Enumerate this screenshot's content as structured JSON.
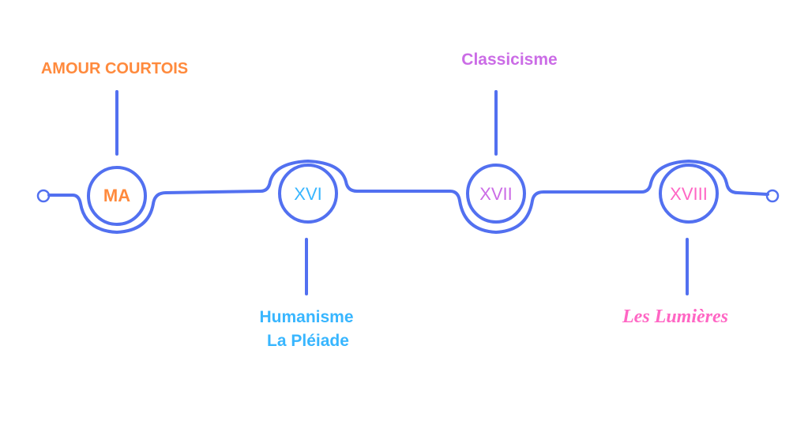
{
  "colors": {
    "line": "#5270f0",
    "orange": "#ff8a3d",
    "cyan": "#38b6ff",
    "purple": "#cb6ce6",
    "pink": "#ff66c4"
  },
  "nodes": [
    {
      "label": "MA",
      "color": "#ff8a3d"
    },
    {
      "label": "XVI",
      "color": "#38b6ff"
    },
    {
      "label": "XVII",
      "color": "#cb6ce6"
    },
    {
      "label": "XVIII",
      "color": "#ff66c4"
    }
  ],
  "labels": {
    "amour_courtois": "AMOUR COURTOIS",
    "classicisme": "Classicisme",
    "humanisme": "Humanisme",
    "pleiade": "La Pléiade",
    "lumieres": "Les Lumières"
  }
}
